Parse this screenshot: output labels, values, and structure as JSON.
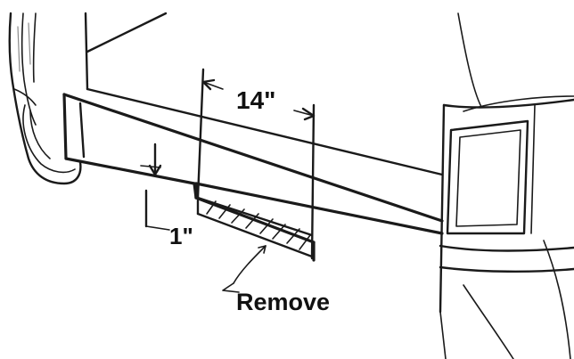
{
  "labels": {
    "width_dim": "14\"",
    "height_dim": "1\"",
    "callout": "Remove"
  },
  "colors": {
    "ink": "#1a1a1a",
    "paper": "#ffffff"
  }
}
